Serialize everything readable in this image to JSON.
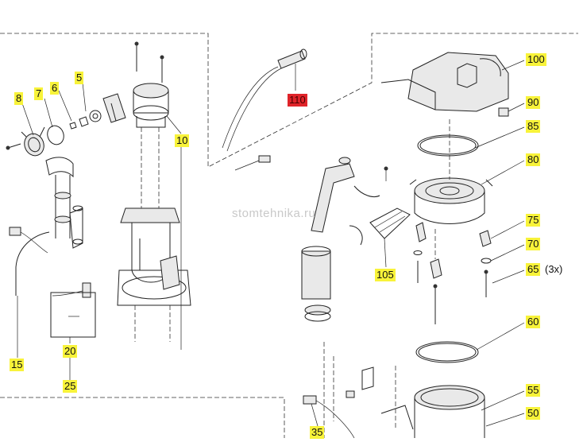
{
  "diagram": {
    "watermark": "stomtehnika.ru",
    "callouts": {
      "c100": "100",
      "c90": "90",
      "c85": "85",
      "c80": "80",
      "c75": "75",
      "c70": "70",
      "c65": "65",
      "c65_qty": "(3x)",
      "c60": "60",
      "c55": "55",
      "c50": "50",
      "c110": "110",
      "c105": "105",
      "c35": "35",
      "c25": "25",
      "c20": "20",
      "c15": "15",
      "c10": "10",
      "c8": "8",
      "c7": "7",
      "c6": "6",
      "c5": "5"
    },
    "colors": {
      "callout_fill": "#f8f33a",
      "callout_highlight": "#e0242a",
      "line": "#222222"
    }
  }
}
